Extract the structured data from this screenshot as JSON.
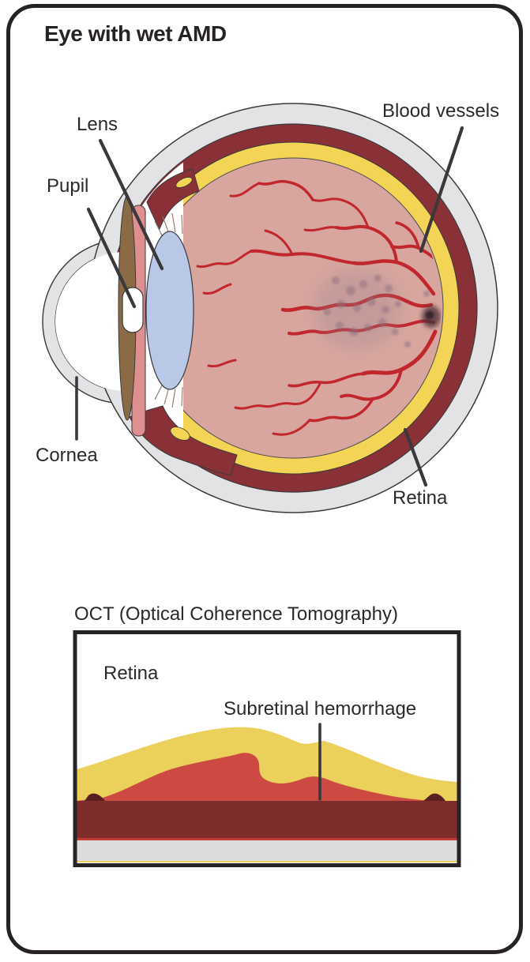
{
  "figure": {
    "title": "Eye with wet AMD"
  },
  "eye_diagram": {
    "labels": {
      "lens": "Lens",
      "pupil": "Pupil",
      "blood_vessels": "Blood vessels",
      "cornea": "Cornea",
      "retina": "Retina"
    }
  },
  "oct_panel": {
    "title": "OCT (Optical Coherence Tomography)",
    "labels": {
      "retina": "Retina",
      "subretinal_hemorrhage": "Subretinal hemorrhage"
    }
  },
  "colors": {
    "ink": "#262226",
    "sclera_gray": "#e3e3e5",
    "choroid_maroon": "#8a3138",
    "retina_yellow": "#f3d454",
    "vitreous_pink": "#d8a69f",
    "vessel_red": "#c1272d",
    "lens_blue": "#b9c8e6",
    "iris_brown": "#8a6b46",
    "ciliary_pink": "#e08f90",
    "drusen_gray": "#8d7080",
    "oct_hemorrhage_red": "#cc4a42",
    "oct_band_maroon": "#7e2c2c",
    "oct_gray_band": "#dcdcdd"
  }
}
